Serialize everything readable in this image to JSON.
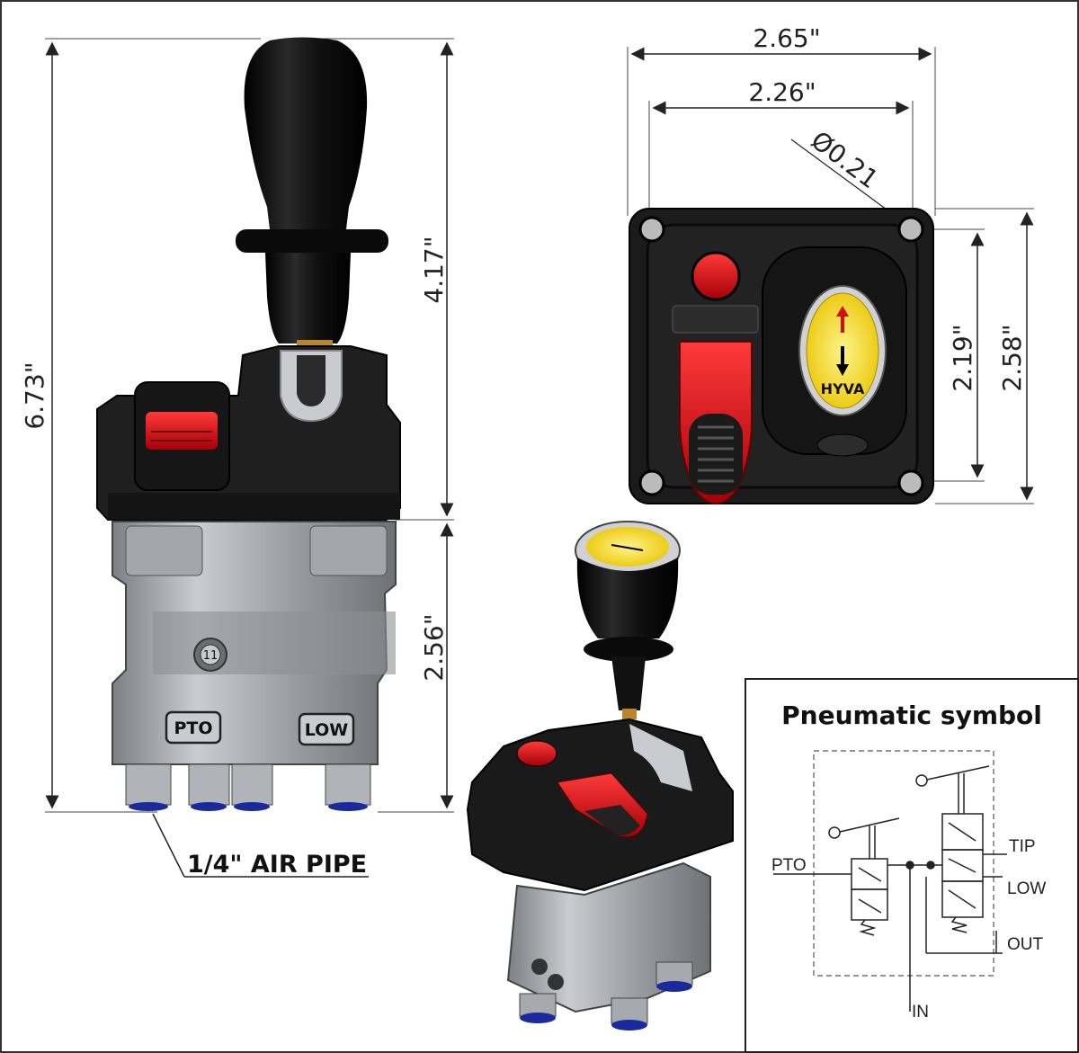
{
  "front_view": {
    "overall_height": "6.73\"",
    "upper_height": "4.17\"",
    "lower_height": "2.56\"",
    "air_pipe_label": "1/4\" AIR PIPE",
    "port_left": "PTO",
    "port_right": "LOW",
    "center_mark": "11"
  },
  "top_view": {
    "outer_width": "2.65\"",
    "hole_spacing_width": "2.26\"",
    "hole_diameter": "Ø0.21",
    "hole_spacing_height": "2.19\"",
    "outer_height": "2.58\"",
    "knob_brand": "HYVA"
  },
  "pneumatic_symbol": {
    "title": "Pneumatic symbol",
    "labels": {
      "pto": "PTO",
      "tip": "TIP",
      "low": "LOW",
      "out": "OUT",
      "in": "IN"
    }
  },
  "colors": {
    "knob": "#0d0d0d",
    "housing": "#1c1c1c",
    "red_button": "#d3101a",
    "yellow_knob_top": "#f2dd2b",
    "valve_body": "#b9bcc0"
  }
}
